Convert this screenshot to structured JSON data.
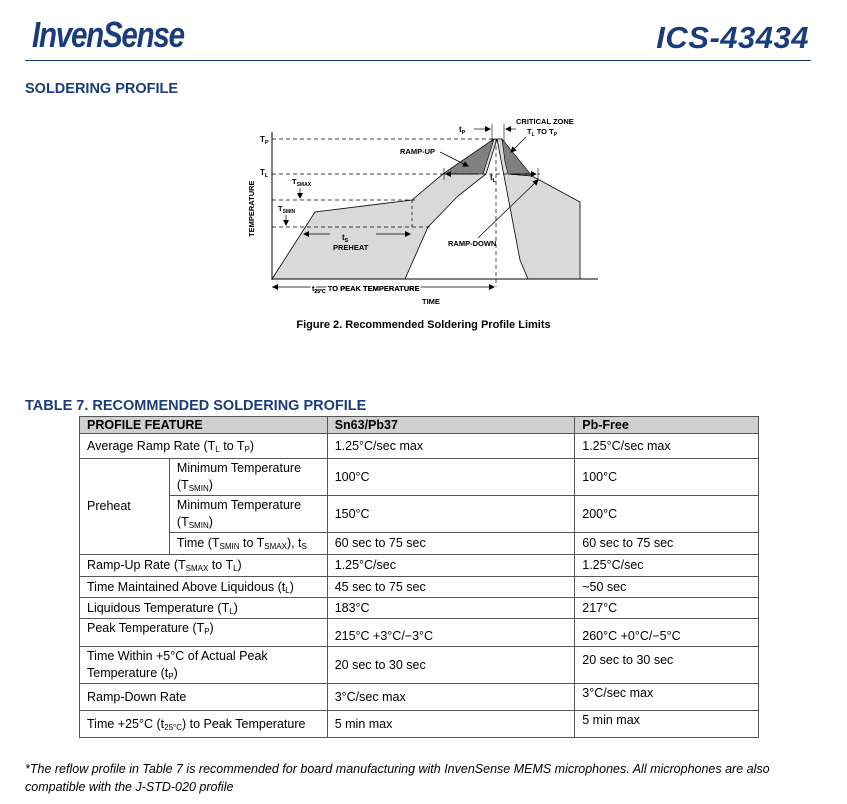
{
  "header": {
    "logo_text": "InvenSense",
    "part_number": "ICS-43434",
    "brand_color": "#1b3c7c"
  },
  "section": {
    "title": "SOLDERING PROFILE"
  },
  "figure": {
    "caption": "Figure 2. Recommended Soldering Profile Limits",
    "labels": {
      "y_axis": "TEMPERATURE",
      "x_axis": "TIME",
      "tp_level": "T",
      "tp_sub": "P",
      "tl_level": "T",
      "tl_sub": "L",
      "tsmax": "T",
      "tsmax_sub": "SMAX",
      "tsmin": "T",
      "tsmin_sub": "SMIN",
      "ts": "t",
      "ts_sub": "S",
      "preheat": "PREHEAT",
      "ramp_up": "RAMP-UP",
      "ramp_down": "RAMP-DOWN",
      "critical_zone_1": "CRITICAL ZONE",
      "critical_zone_2a": "T",
      "critical_zone_2b": "L",
      "critical_zone_2c": " TO T",
      "critical_zone_2d": "P",
      "tp_time": "t",
      "tp_time_sub": "P",
      "tl_time": "t",
      "tl_time_sub": "L",
      "t25_a": "t",
      "t25_sub": "25°C",
      "t25_b": " TO PEAK TEMPERATURE"
    }
  },
  "table": {
    "title": "TABLE 7. RECOMMENDED SOLDERING PROFILE",
    "headers": [
      "PROFILE FEATURE",
      "Sn63/Pb37",
      "Pb-Free"
    ],
    "rows": {
      "avg_ramp": {
        "label_a": "Average Ramp Rate (T",
        "sub1": "L",
        "label_b": " to T",
        "sub2": "P",
        "label_c": ")",
        "sn": "1.25°C/sec max",
        "pb": "1.25°C/sec max"
      },
      "preheat": {
        "label": "Preheat",
        "min_temp": {
          "label_a": "Minimum Temperature (T",
          "sub": "SMIN",
          "label_b": ")",
          "sn": "100°C",
          "pb": "100°C"
        },
        "max_temp": {
          "label_a": "Minimum Temperature (T",
          "sub": "SMIN",
          "label_b": ")",
          "sn": "150°C",
          "pb": "200°C"
        },
        "time": {
          "label_a": "Time (T",
          "sub1": "SMIN",
          "label_b": " to T",
          "sub2": "SMAX",
          "label_c": "), t",
          "sub3": "S",
          "sn": "60 sec to 75 sec",
          "pb": "60 sec to 75  sec"
        }
      },
      "ramp_up": {
        "label_a": "Ramp-Up Rate (T",
        "sub1": "SMAX",
        "label_b": " to T",
        "sub2": "L",
        "label_c": ")",
        "sn": "1.25°C/sec",
        "pb": "1.25°C/sec"
      },
      "time_above": {
        "label_a": "Time Maintained Above Liquidous (t",
        "sub": "L",
        "label_b": ")",
        "sn": "45 sec to 75 sec",
        "pb": "~50 sec"
      },
      "liquidous": {
        "label_a": "Liquidous Temperature (T",
        "sub": "L",
        "label_b": ")",
        "sn": "183°C",
        "pb": "217°C"
      },
      "peak": {
        "label_a": "Peak Temperature (T",
        "sub": "P",
        "label_b": ")",
        "sn": "215°C +3°C/−3°C",
        "pb": "260°C +0°C/−5°C"
      },
      "time_within": {
        "label_a": "Time Within +5°C of Actual Peak Temperature (t",
        "sub": "P",
        "label_b": ")",
        "sn": "20 sec to 30 sec",
        "pb": "20 sec to 30 sec"
      },
      "ramp_down": {
        "label": "Ramp-Down Rate",
        "sn": "3°C/sec max",
        "pb": "3°C/sec max"
      },
      "time_to_peak": {
        "label_a": "Time +25°C (t",
        "sub": "25°C",
        "label_b": ") to Peak Temperature",
        "sn": "5 min max",
        "pb": "5 min max"
      }
    }
  },
  "footnote": "*The reflow profile in Table 7 is recommended for board manufacturing with InvenSense MEMS microphones. All microphones are also compatible with the J-STD-020 profile"
}
